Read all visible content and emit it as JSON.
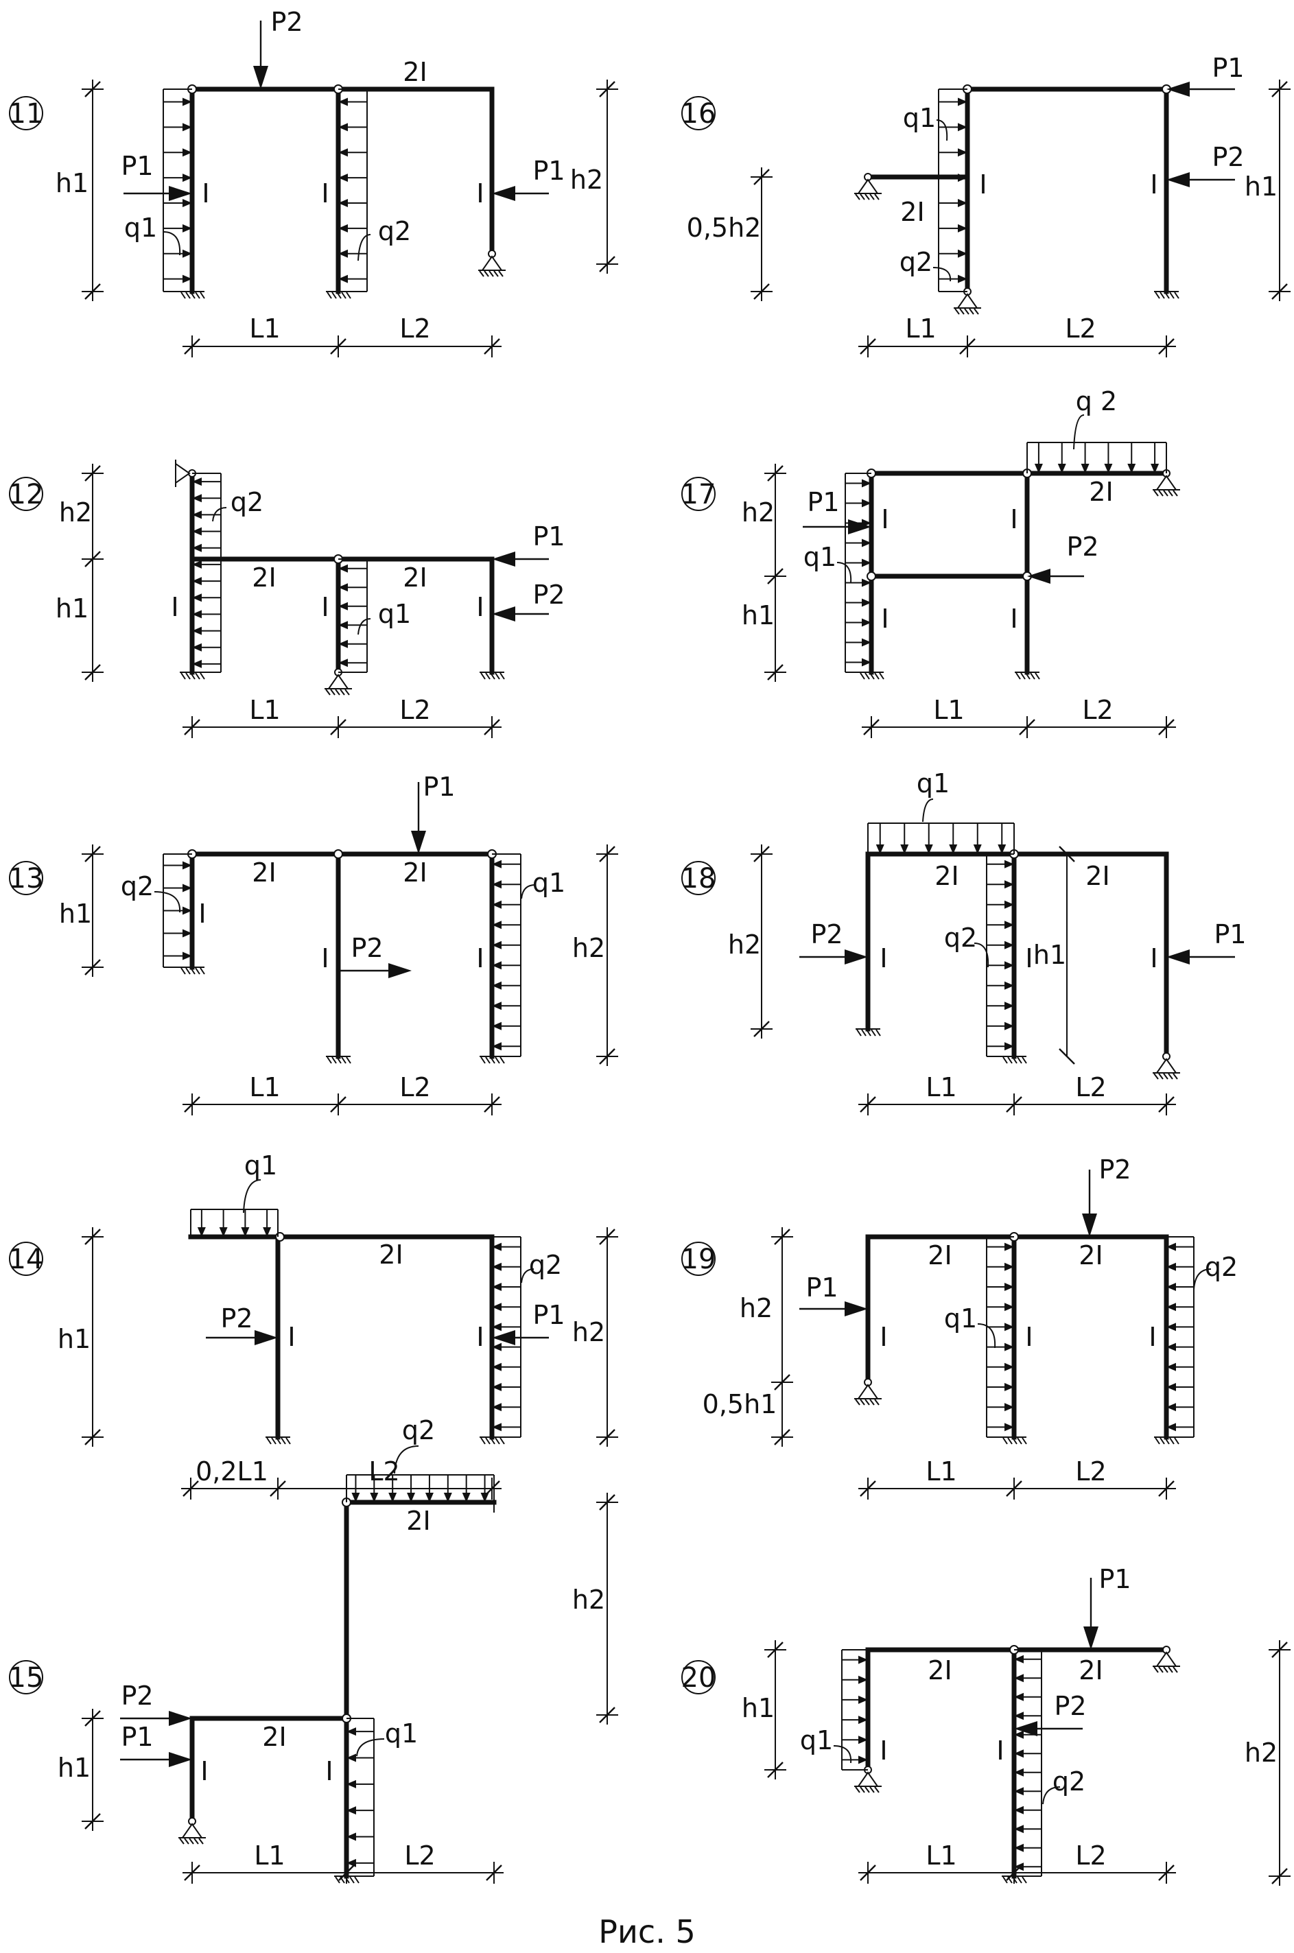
{
  "caption": "Рис. 5",
  "panels": [
    {
      "number": "11",
      "labels": [
        "P2",
        "P1",
        "P1",
        "q1",
        "q2",
        "I",
        "I",
        "I",
        "2I",
        "h1",
        "h2",
        "L1",
        "L2"
      ]
    },
    {
      "number": "12",
      "labels": [
        "q2",
        "P1",
        "P2",
        "q1",
        "I",
        "I",
        "I",
        "2I",
        "2I",
        "h2",
        "h1",
        "L1",
        "L2"
      ]
    },
    {
      "number": "13",
      "labels": [
        "P1",
        "P2",
        "q2",
        "q1",
        "I",
        "I",
        "I",
        "2I",
        "2I",
        "h1",
        "h2",
        "L1",
        "L2"
      ]
    },
    {
      "number": "14",
      "labels": [
        "q1",
        "q2",
        "P1",
        "P2",
        "I",
        "I",
        "2I",
        "h1",
        "h2",
        "0,2L1",
        "L2"
      ]
    },
    {
      "number": "15",
      "labels": [
        "q2",
        "P2",
        "P1",
        "q1",
        "I",
        "I",
        "2I",
        "2I",
        "h1",
        "h2",
        "L1",
        "L2"
      ]
    },
    {
      "number": "16",
      "labels": [
        "P1",
        "P2",
        "q1",
        "q2",
        "I",
        "I",
        "2I",
        "0,5h2",
        "h1",
        "L1",
        "L2"
      ]
    },
    {
      "number": "17",
      "labels": [
        "q 2",
        "P1",
        "P2",
        "q1",
        "I",
        "I",
        "I",
        "I",
        "2I",
        "h2",
        "h1",
        "L1",
        "L2"
      ]
    },
    {
      "number": "18",
      "labels": [
        "q1",
        "q2",
        "P1",
        "P2",
        "I",
        "I",
        "I",
        "2I",
        "2I",
        "h2",
        "h1",
        "L1",
        "L2"
      ]
    },
    {
      "number": "19",
      "labels": [
        "P2",
        "P1",
        "q1",
        "q2",
        "I",
        "I",
        "I",
        "2I",
        "2I",
        "h2",
        "0,5h1",
        "L1",
        "L2"
      ]
    },
    {
      "number": "20",
      "labels": [
        "P1",
        "P2",
        "q1",
        "q2",
        "I",
        "I",
        "2I",
        "2I",
        "h1",
        "h2",
        "L1",
        "L2"
      ]
    }
  ]
}
